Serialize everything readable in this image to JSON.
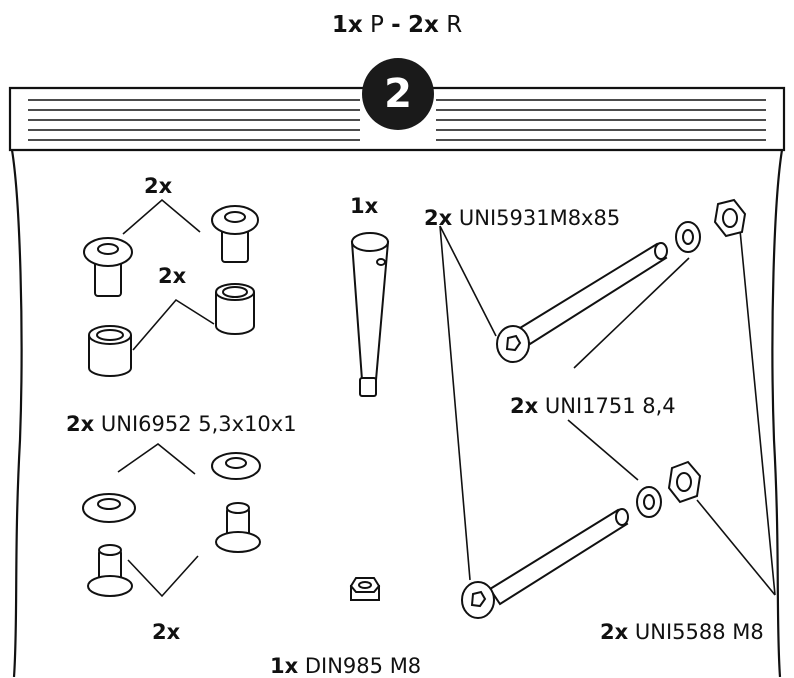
{
  "header": {
    "qty_p": "1x",
    "letter_p": "P",
    "separator": "-",
    "qty_r": "2x",
    "letter_r": "R"
  },
  "step_number": "2",
  "parts": {
    "screws_qty": "2x",
    "bushings_qty": "2x",
    "pin_qty": "1x",
    "bolt": {
      "qty": "2x",
      "code": "UNI5931M8x85"
    },
    "lock_washer": {
      "qty": "2x",
      "code": "UNI1751 8,4"
    },
    "washer": {
      "qty": "2x",
      "code": "UNI6952 5,3x10x1"
    },
    "short_screws_qty": "2x",
    "locknut": {
      "qty": "1x",
      "code": "DIN985 M8"
    },
    "nut": {
      "qty": "2x",
      "code": "UNI5588 M8"
    }
  }
}
